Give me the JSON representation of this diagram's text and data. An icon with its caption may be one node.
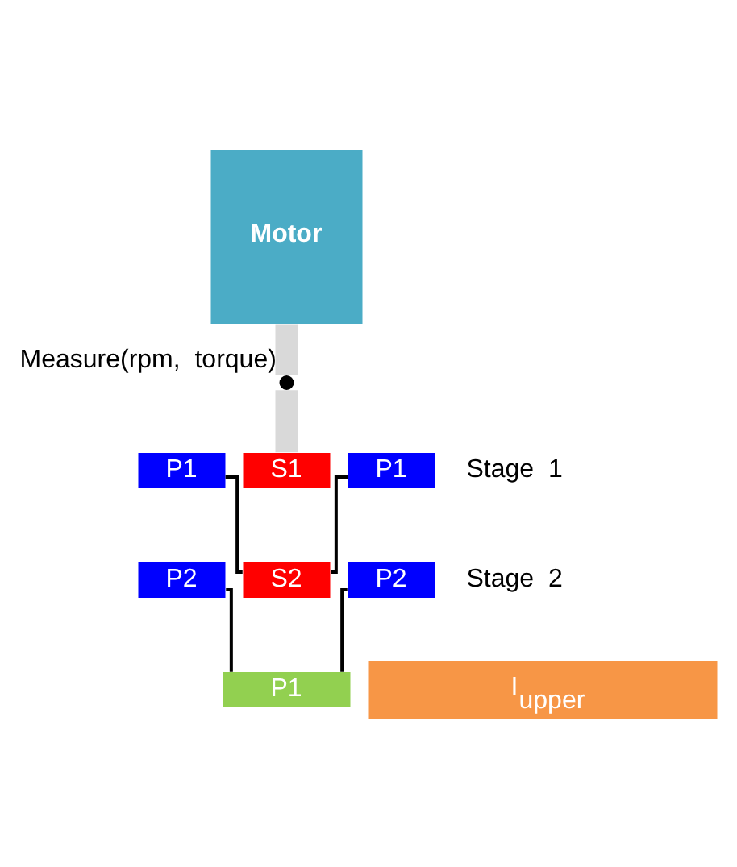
{
  "diagram": {
    "nodes": [
      {
        "text": [
          "Motor"
        ]
      },
      {
        "text": [],
        "shape": "circle",
        "beside": [
          "Measure(rpm,  torque)"
        ]
      },
      {
        "text": [
          "P1"
        ]
      },
      {
        "text": [
          "S1"
        ]
      },
      {
        "text": [
          "P1"
        ]
      },
      {
        "text": [
          "P2"
        ]
      },
      {
        "text": [
          "S2"
        ]
      },
      {
        "text": [
          "P2"
        ]
      },
      {
        "text": [
          "P1"
        ]
      },
      {
        "text": [
          "I$_{upper}$"
        ]
      }
    ],
    "edges": [
      {
        "from": 0,
        "to": 1,
        "arrow": "none",
        "style": "thick",
        "color": "#d9d9d9"
      },
      {
        "from": 1,
        "to": 3,
        "arrow": "none",
        "style": "thick",
        "color": "#d9d9d9"
      },
      {
        "from": 2,
        "to": 6,
        "arrow": "none"
      },
      {
        "from": 4,
        "to": 6,
        "arrow": "none"
      },
      {
        "from": 5,
        "to": 8,
        "arrow": "none"
      },
      {
        "from": 7,
        "to": 8,
        "arrow": "none"
      }
    ],
    "labels": [
      "Stage  1",
      "Stage  2"
    ]
  }
}
